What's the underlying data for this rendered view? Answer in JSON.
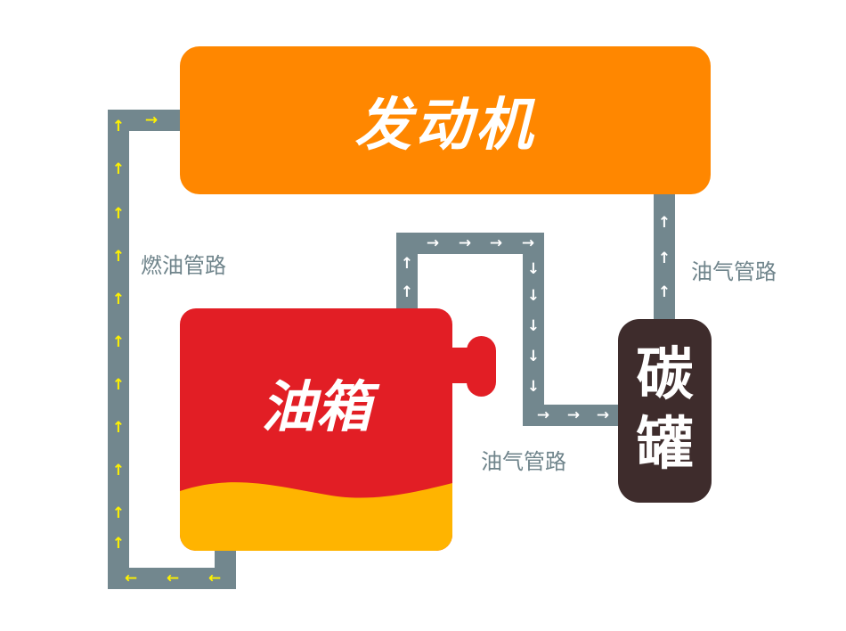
{
  "components": {
    "engine": {
      "label": "发动机",
      "color": "#ff8700"
    },
    "fuel_tank": {
      "label": "油箱",
      "color_top": "#e21e25",
      "color_bottom": "#ffb400"
    },
    "canister": {
      "label_line1": "碳",
      "label_line2": "罐",
      "color": "#3e2c2c"
    }
  },
  "pipes": {
    "fuel_line": {
      "label": "燃油管路",
      "arrow_color": "#fff200",
      "direction": "tank-to-engine"
    },
    "vapor_line_tank": {
      "label": "油气管路",
      "arrow_color": "#ffffff",
      "direction": "tank-to-canister"
    },
    "vapor_line_engine": {
      "label": "油气管路",
      "arrow_color": "#ffffff",
      "direction": "canister-to-engine"
    },
    "pipe_color": "#72878e"
  },
  "arrows": {
    "up": "↑",
    "down": "↓",
    "left": "←",
    "right": "→"
  }
}
